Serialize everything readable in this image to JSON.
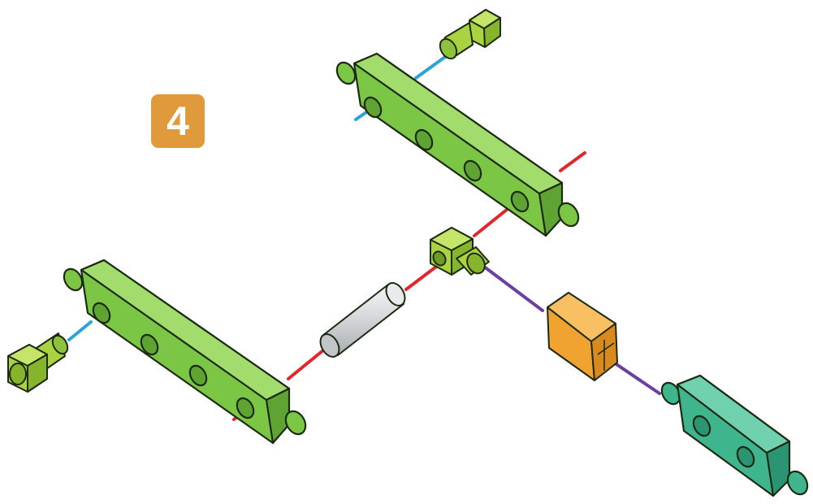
{
  "step": {
    "number": "4"
  },
  "colors": {
    "badge": "#e09a3c",
    "beam_green": "#7cc646",
    "beam_green_dark": "#5fa432",
    "connector_teal": "#3fb58e",
    "connector_orange": "#f0a331",
    "cube_lime": "#a9d33f",
    "rod_gray": "#d9dcde",
    "axis_red": "#e3262b",
    "axis_blue": "#2aa3db",
    "axis_purple": "#6b3fa0",
    "outline": "#1d2a12"
  },
  "parts": [
    {
      "id": "beam-upper",
      "kind": "beam",
      "holes": 4
    },
    {
      "id": "beam-lower",
      "kind": "beam",
      "holes": 4
    },
    {
      "id": "beam-teal",
      "kind": "beam",
      "holes": 2
    },
    {
      "id": "cube-top",
      "kind": "cube-peg"
    },
    {
      "id": "cube-left",
      "kind": "cube-peg"
    },
    {
      "id": "corner-connector",
      "kind": "corner-cube"
    },
    {
      "id": "orange-connector",
      "kind": "block"
    },
    {
      "id": "gray-rod",
      "kind": "rod"
    }
  ],
  "assembly_lines": [
    {
      "id": "blue-top",
      "color": "axis_blue"
    },
    {
      "id": "blue-left",
      "color": "axis_blue"
    },
    {
      "id": "red-main",
      "color": "axis_red"
    },
    {
      "id": "purple",
      "color": "axis_purple"
    }
  ]
}
